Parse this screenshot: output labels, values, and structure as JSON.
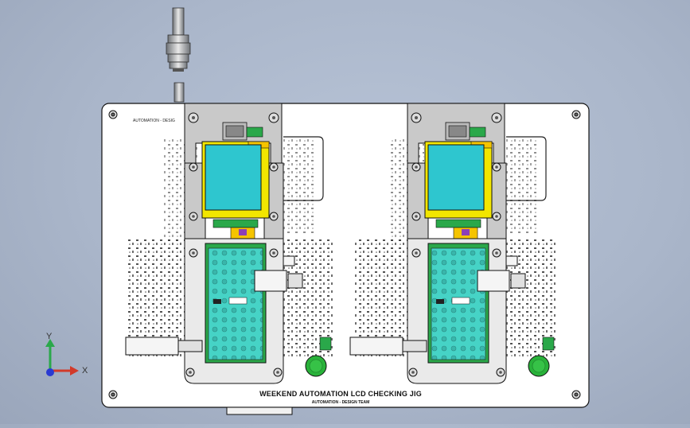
{
  "plate": {
    "corner_text": "AUTOMATION - DESIG",
    "title": "WEEKEND AUTOMATION LCD CHECKING JIG",
    "subtitle": "AUTOMATION - DESIGN TEAM"
  },
  "triad": {
    "x_label": "X",
    "y_label": "Y"
  },
  "colors": {
    "background": "#aab6ca",
    "plate": "#ffffff",
    "bracket": "#c9c9c9",
    "lcd_screen": "#2ec6cf",
    "lcd_frame": "#f2e600",
    "pcb_teal": "#46d3c6",
    "pcb_green": "#2aa84a",
    "start_button": "#29b23a",
    "axis_x": "#d23a2a",
    "axis_y": "#2aa84a",
    "axis_z": "#2a3ad2"
  },
  "icons": {
    "connector": "pneumatic-fitting-icon",
    "button": "start-button-icon",
    "triad": "axis-triad-icon"
  }
}
